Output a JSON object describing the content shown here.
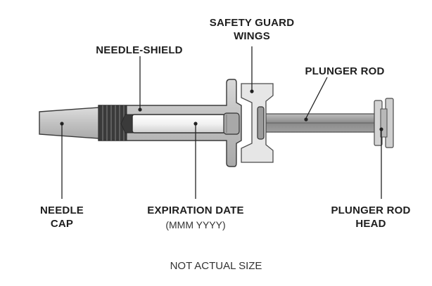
{
  "labels": {
    "needle_shield": "NEEDLE-SHIELD",
    "safety_guard_line1": "SAFETY GUARD",
    "safety_guard_line2": "WINGS",
    "plunger_rod": "PLUNGER ROD",
    "needle_cap_line1": "NEEDLE",
    "needle_cap_line2": "CAP",
    "expiration_date": "EXPIRATION DATE",
    "expiration_format": "(MMM YYYY)",
    "plunger_head_line1": "PLUNGER ROD",
    "plunger_head_line2": "HEAD"
  },
  "footer": "NOT ACTUAL SIZE",
  "colors": {
    "outline": "#3a3a3a",
    "body_fill": "#c8c8c8",
    "light_fill": "#e6e6e6",
    "dark": "#2a2a2a",
    "leader": "#222222"
  }
}
